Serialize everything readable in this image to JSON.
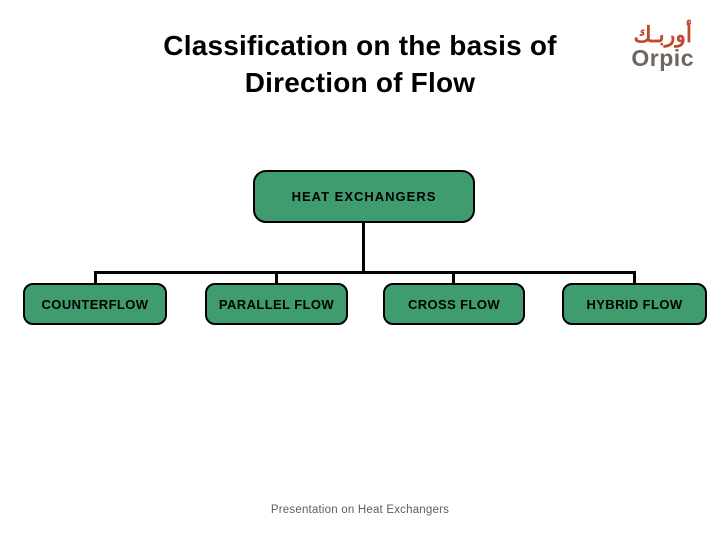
{
  "slide": {
    "title_line1": "Classification on the basis of",
    "title_line2": "Direction of Flow",
    "footer": "Presentation on Heat Exchangers"
  },
  "logo": {
    "arabic": "أوربـك",
    "latin": "Orpic",
    "arabic_color": "#bf4a2e",
    "latin_color": "#6e6761"
  },
  "diagram": {
    "root": {
      "label": "HEAT EXCHANGERS"
    },
    "children": [
      {
        "label": "COUNTERFLOW"
      },
      {
        "label": "PARALLEL FLOW"
      },
      {
        "label": "CROSS FLOW"
      },
      {
        "label": "HYBRID FLOW"
      }
    ],
    "box_fill": "#3e9c6e",
    "box_border": "#000000",
    "connector_color": "#000000"
  }
}
